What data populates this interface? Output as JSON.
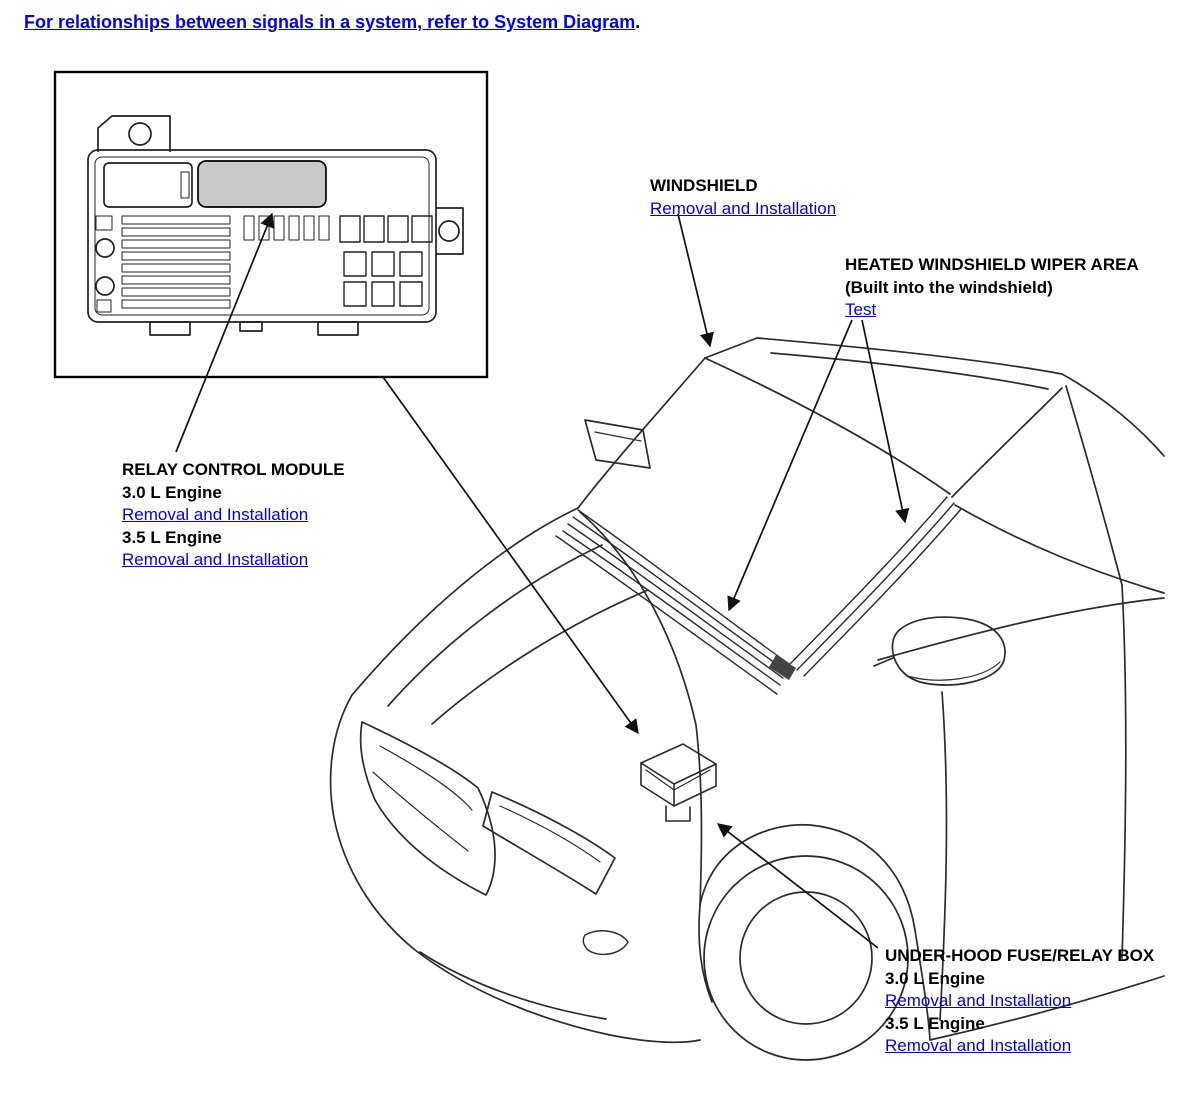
{
  "colors": {
    "link": "#0000EE",
    "module_fill": "#c9c9c9",
    "line": "#2b2b2b"
  },
  "header": {
    "intro_link": "For relationships between signals in a system, refer to System Diagram",
    "intro_suffix": "."
  },
  "callouts": {
    "windshield": {
      "title": "WINDSHIELD",
      "link": "Removal and Installation"
    },
    "heated_wiper": {
      "title": "HEATED WINDSHIELD WIPER AREA",
      "subtitle": "(Built into the windshield)",
      "link": "Test"
    },
    "relay_module": {
      "title": "RELAY CONTROL MODULE",
      "engine_a": "3.0 L Engine",
      "link_a": "Removal and Installation",
      "engine_b": "3.5 L Engine",
      "link_b": "Removal and Installation"
    },
    "fuse_relay_box": {
      "title": "UNDER-HOOD FUSE/RELAY BOX",
      "engine_a": "3.0 L Engine",
      "link_a": "Removal and Installation",
      "engine_b": "3.5 L Engine",
      "link_b": "Removal and Installation"
    }
  }
}
